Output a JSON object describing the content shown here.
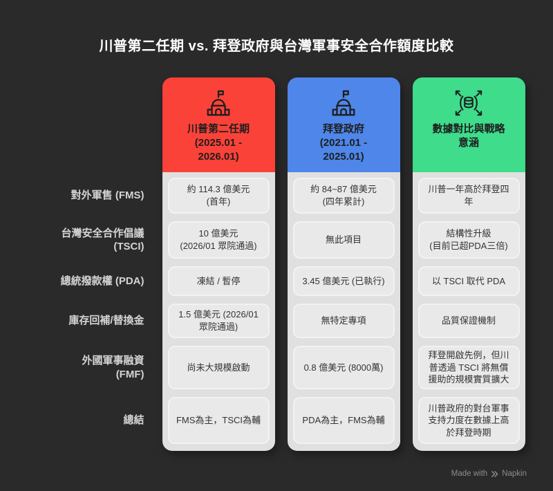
{
  "page": {
    "title": "川普第二任期 vs. 拜登政府與台灣軍事安全合作額度比較",
    "background": "#2a2a2a",
    "attribution": {
      "prefix": "Made with",
      "brand": "Napkin"
    }
  },
  "colors": {
    "trump_header": "#fb4238",
    "biden_header": "#4e86e9",
    "insight_header": "#3edc8b",
    "card_body": "#e0e0e0",
    "cell": "#e9e9e9",
    "background": "#2a2a2a"
  },
  "rows": [
    "對外軍售 (FMS)",
    "台灣安全合作倡議 (TSCI)",
    "總統撥款權 (PDA)",
    "庫存回補/替換金",
    "外國軍事融資 (FMF)",
    "總結"
  ],
  "columns": [
    {
      "id": "trump-second-term",
      "title": "川普第二任期 (2025.01 - 2026.01)",
      "icon": "government-building-icon",
      "color": "#fb4238",
      "cells": [
        "約 114.3 億美元\n(首年)",
        "10 億美元\n(2026/01 眾院通過)",
        "凍結 / 暫停",
        "1.5 億美元 (2026/01\n眾院通過)",
        "尚未大規模啟動",
        "FMS為主，TSCI為輔"
      ]
    },
    {
      "id": "biden-administration",
      "title": "拜登政府 (2021.01 - 2025.01)",
      "icon": "government-building-icon",
      "color": "#4e86e9",
      "cells": [
        "約 84~87 億美元\n(四年累計)",
        "無此項目",
        "3.45 億美元 (已執行)",
        "無特定專項",
        "0.8 億美元 (8000萬)",
        "PDA為主，FMS為輔"
      ]
    },
    {
      "id": "data-comparison-insight",
      "title": "數據對比與戰略意涵",
      "icon": "data-compare-icon",
      "color": "#3edc8b",
      "cells": [
        "川普一年高於拜登四年",
        "結構性升級\n(目前已超PDA三倍)",
        "以 TSCI 取代 PDA",
        "品質保證機制",
        "拜登開啟先例，但川普透過 TSCI 將無償援助的規模實質擴大",
        "川普政府的對台軍事支持力度在數據上高於拜登時期"
      ]
    }
  ]
}
